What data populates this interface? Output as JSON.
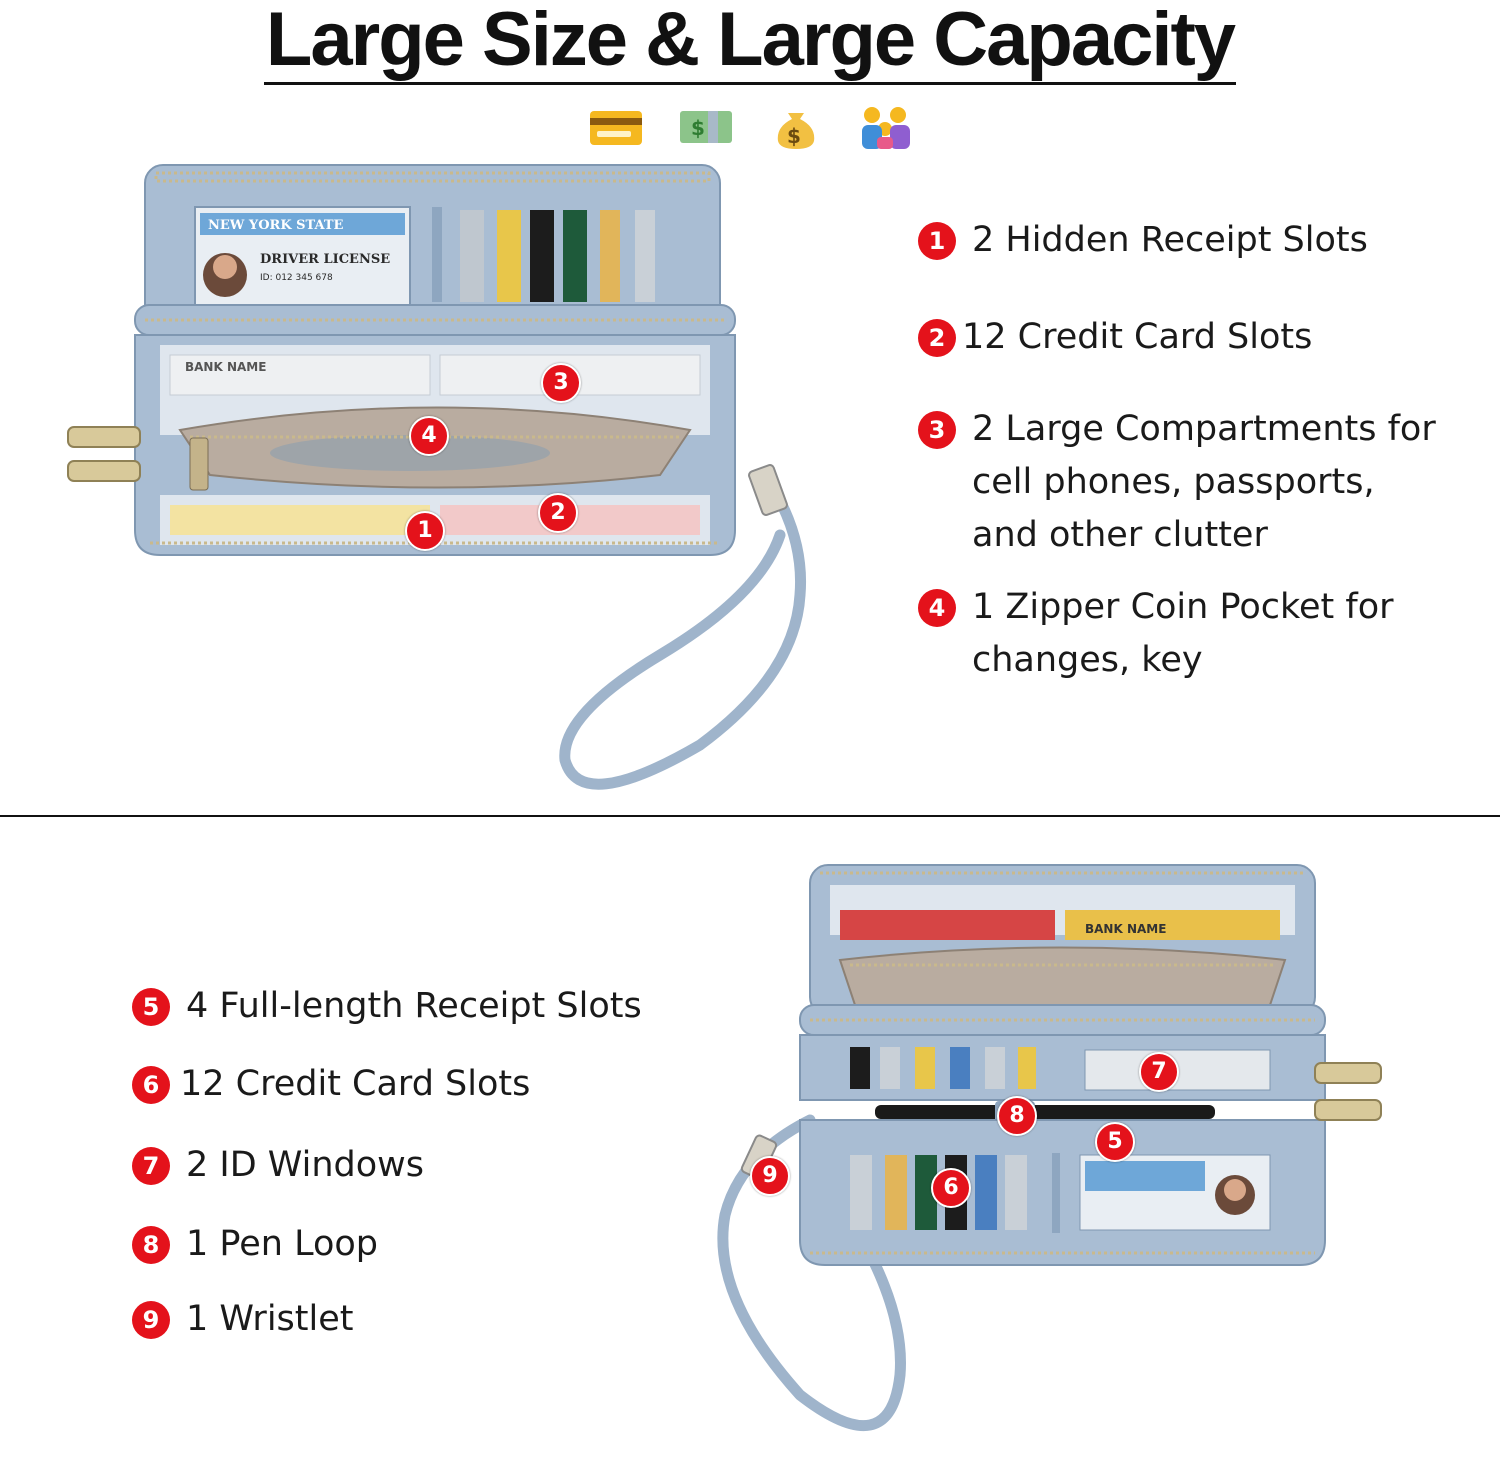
{
  "title": "Large Size & Large Capacity",
  "icons": [
    "credit-card-icon",
    "money-bill-icon",
    "money-bag-icon",
    "family-icon"
  ],
  "colors": {
    "badge_red": "#e4121b",
    "wallet_blue": "#a9bdd3",
    "wallet_blue_dark": "#8ea6c0",
    "zipper_gold": "#c9b98c",
    "lining_taupe": "#b9aca0"
  },
  "features_top": [
    {
      "num": "1",
      "text": "2 Hidden Receipt Slots"
    },
    {
      "num": "2",
      "text": "12 Credit Card Slots"
    },
    {
      "num": "3",
      "text": "2 Large Compartments for\ncell phones, passports,\nand other clutter"
    },
    {
      "num": "4",
      "text": "1 Zipper Coin Pocket for\nchanges, key"
    }
  ],
  "features_bottom": [
    {
      "num": "5",
      "text": "4 Full-length Receipt Slots"
    },
    {
      "num": "6",
      "text": "12 Credit Card Slots"
    },
    {
      "num": "7",
      "text": "2 ID Windows"
    },
    {
      "num": "8",
      "text": "1 Pen Loop"
    },
    {
      "num": "9",
      "text": "1 Wristlet"
    }
  ],
  "wallet_top": {
    "id_card_state": "NEW YORK STATE",
    "id_card_type": "DRIVER LICENSE",
    "id_card_id": "ID: 012 345 678",
    "card_bank": "BANK NAME",
    "callouts": [
      "3",
      "4",
      "2",
      "1"
    ]
  },
  "wallet_bottom": {
    "card_bank": "BANK NAME",
    "callouts": [
      "7",
      "8",
      "5",
      "6",
      "9"
    ]
  }
}
